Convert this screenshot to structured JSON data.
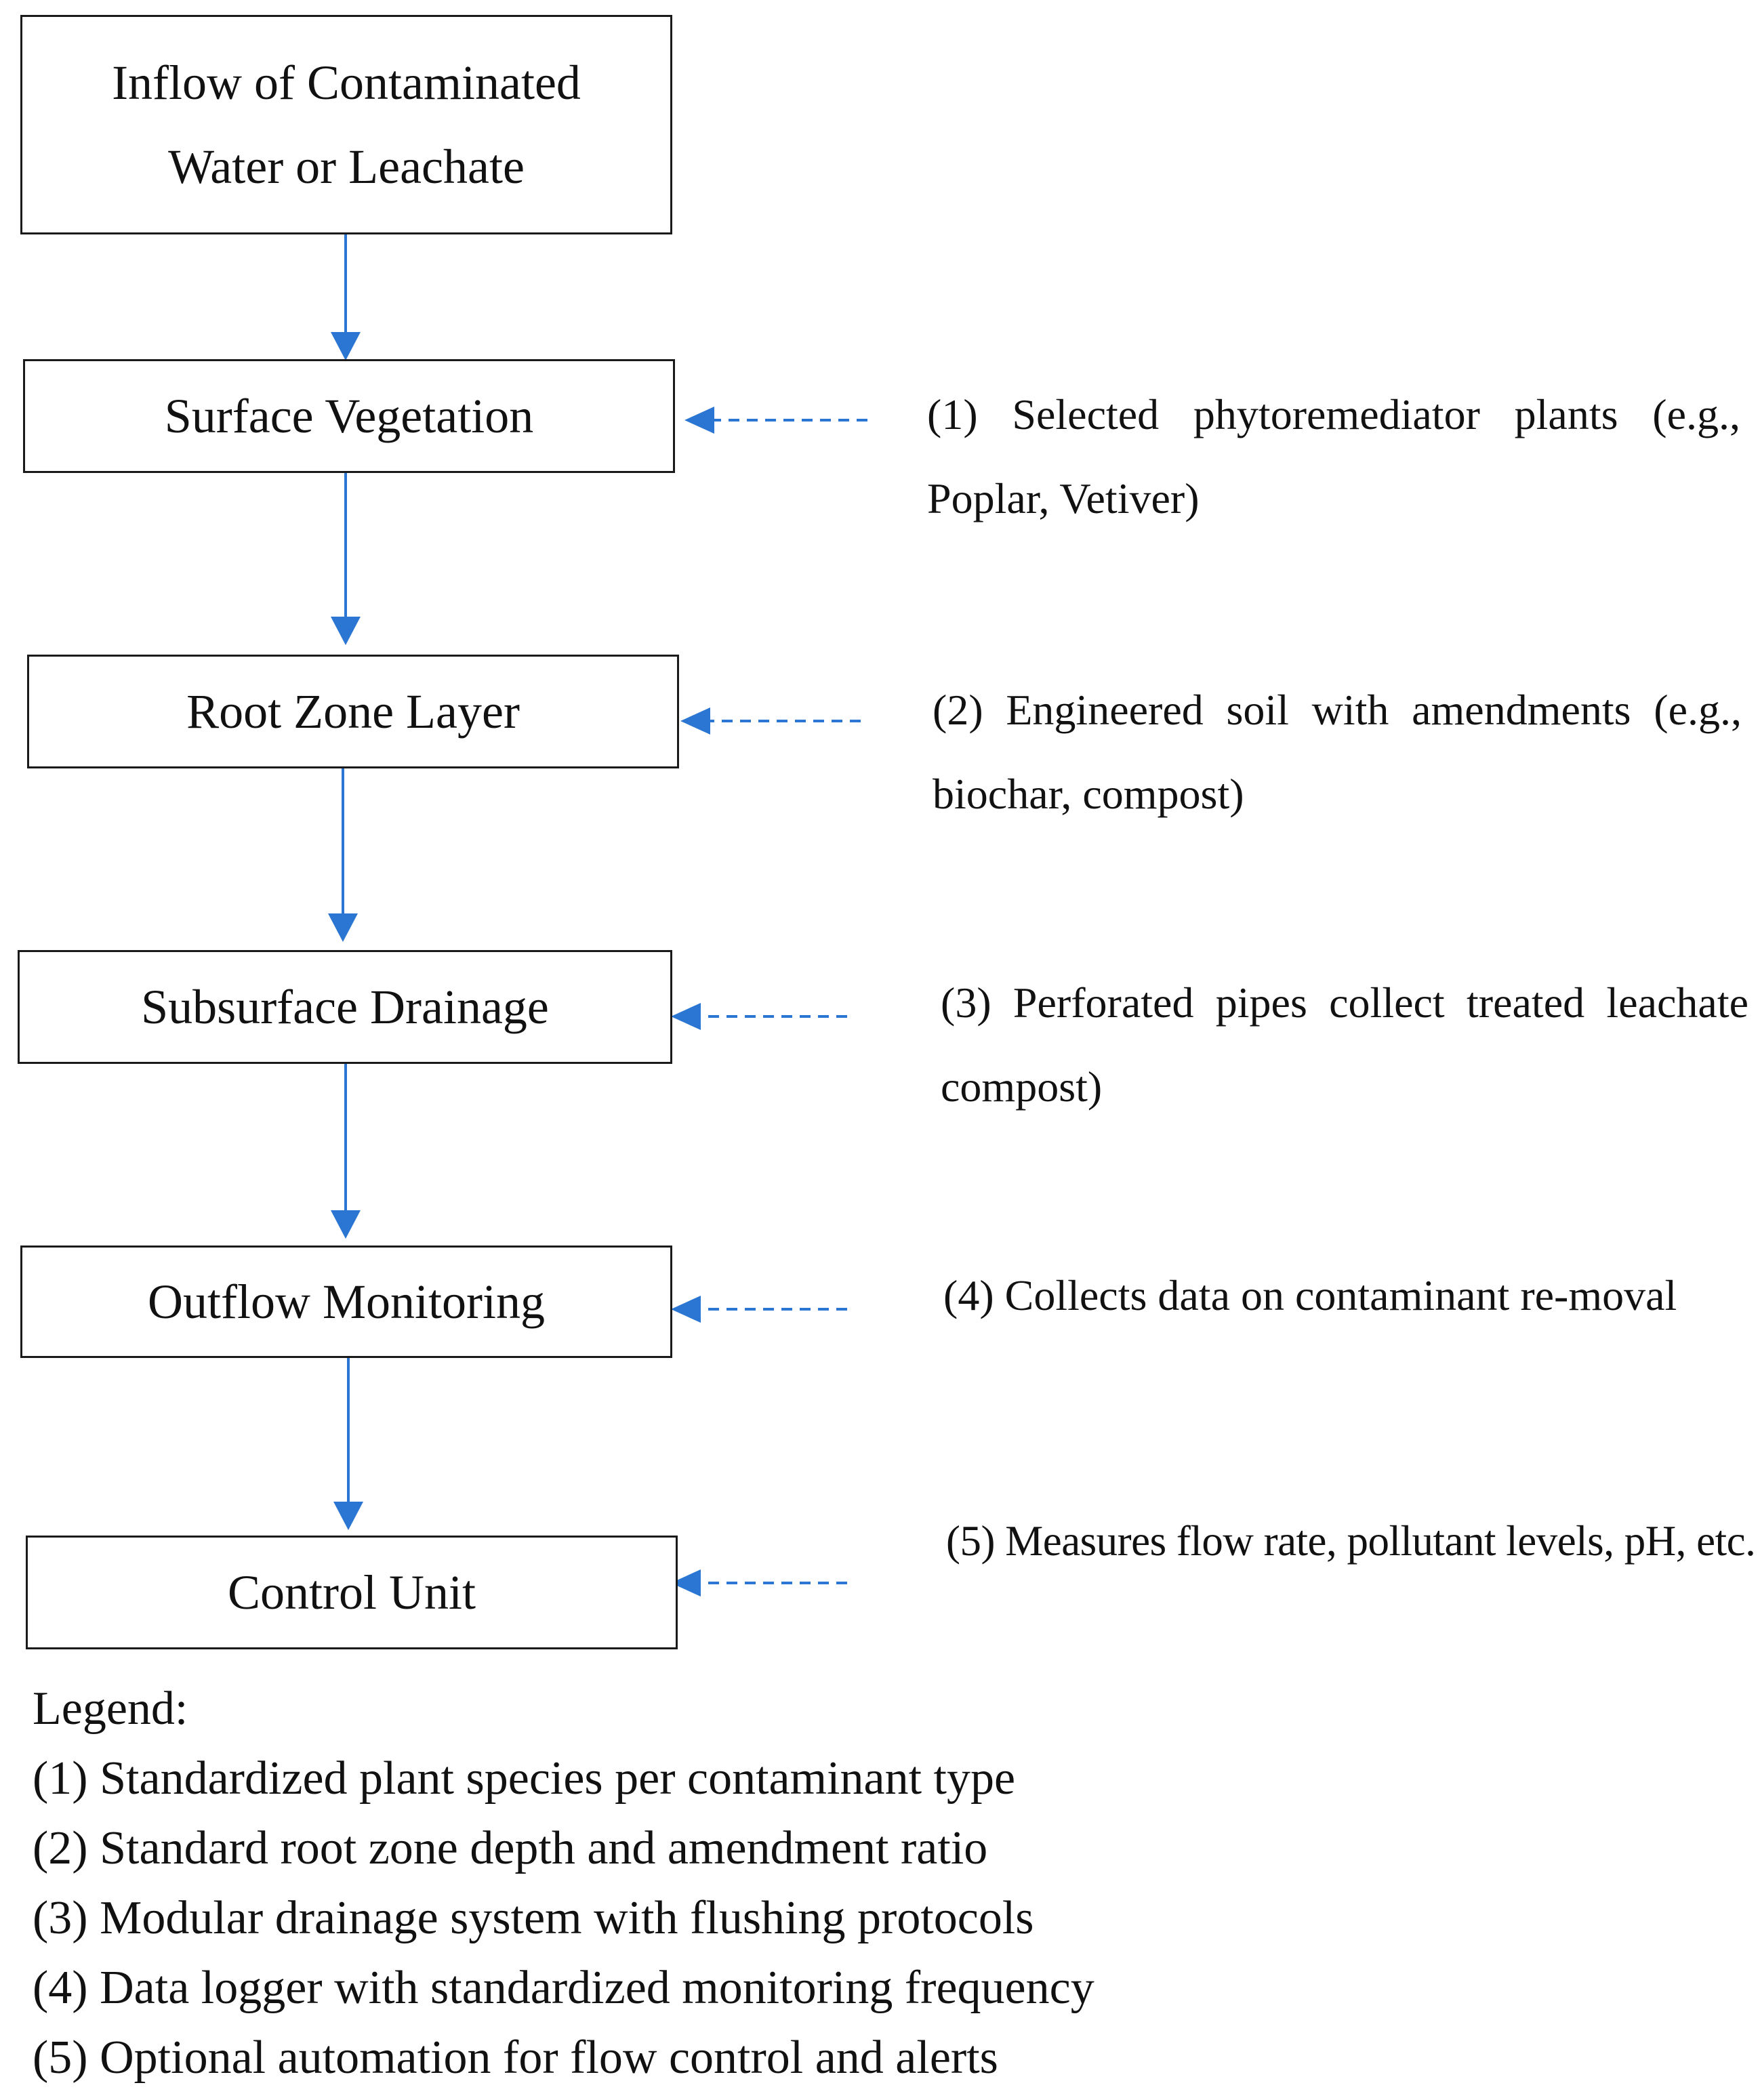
{
  "flow_steps": [
    {
      "label": "Inflow of Contaminated Water or Leachate"
    },
    {
      "label": "Surface Vegetation"
    },
    {
      "label": "Root Zone Layer"
    },
    {
      "label": "Subsurface Drainage"
    },
    {
      "label": "Outflow Monitoring"
    },
    {
      "label": "Control Unit"
    }
  ],
  "annotations": [
    {
      "text": "(1) Selected phytoremediator plants (e.g., Poplar, Vetiver)"
    },
    {
      "text": "(2) Engineered soil with amendments (e.g., biochar, compost)"
    },
    {
      "text": "(3) Perforated pipes collect treated leachate compost)"
    },
    {
      "text": "(4) Collects data on contaminant re-moval"
    },
    {
      "text": "(5) Measures flow rate, pollutant levels, pH, etc."
    }
  ],
  "legend": {
    "title": "Legend:",
    "items": [
      "(1) Standardized plant species per contaminant type",
      "(2) Standard root zone depth and amendment ratio",
      "(3) Modular drainage system with flushing protocols",
      "(4) Data logger with standardized monitoring frequency",
      "(5) Optional automation for flow control and alerts"
    ]
  },
  "colors": {
    "arrow": "#2a76d2",
    "box_border": "#1a1a1a",
    "text": "#111111"
  }
}
